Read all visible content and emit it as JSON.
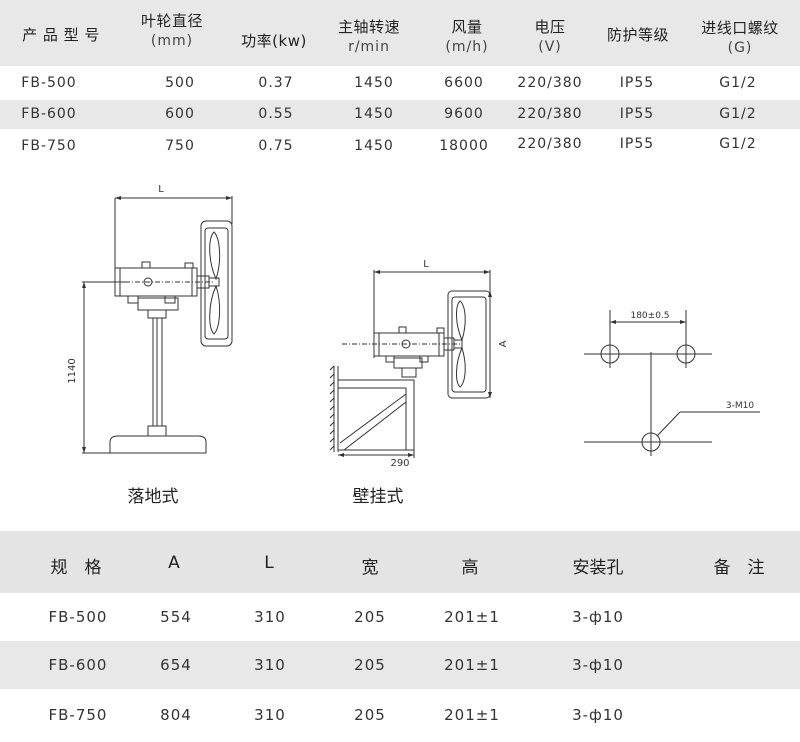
{
  "spec_table": {
    "headers": [
      {
        "main": "产 品 型 号",
        "sub": ""
      },
      {
        "main": "叶轮直径",
        "sub": "(mm)"
      },
      {
        "main": "功率(kw)",
        "sub": ""
      },
      {
        "main": "主轴转速",
        "sub": "r/min"
      },
      {
        "main": "风量",
        "sub": "(m/h)"
      },
      {
        "main": "电压",
        "sub": "(V)"
      },
      {
        "main": "防护等级",
        "sub": ""
      },
      {
        "main": "进线口螺纹",
        "sub": "(G)"
      }
    ],
    "rows": [
      [
        "FB-500",
        "500",
        "0.37",
        "1450",
        "6600",
        "220/380",
        "IP55",
        "G1/2"
      ],
      [
        "FB-600",
        "600",
        "0.55",
        "1450",
        "9600",
        "220/380",
        "IP55",
        "G1/2"
      ],
      [
        "FB-750",
        "750",
        "0.75",
        "1450",
        "18000",
        "220/380",
        "IP55",
        "G1/2"
      ]
    ]
  },
  "diagrams": {
    "floor": {
      "caption": "落地式",
      "dim_L": "L",
      "dim_height": "1140"
    },
    "wall": {
      "caption": "壁挂式",
      "dim_L": "L",
      "dim_A": "A",
      "dim_base": "290"
    },
    "holes": {
      "spacing": "180±0.5",
      "bolt": "3-M10"
    }
  },
  "size_table": {
    "headers": [
      "规　格",
      "A",
      "L",
      "宽",
      "高",
      "安装孔",
      "备　注"
    ],
    "rows": [
      [
        "FB-500",
        "554",
        "310",
        "205",
        "201±1",
        "3-ф10",
        ""
      ],
      [
        "FB-600",
        "654",
        "310",
        "205",
        "201±1",
        "3-ф10",
        ""
      ],
      [
        "FB-750",
        "804",
        "310",
        "205",
        "201±1",
        "3-ф10",
        ""
      ]
    ]
  },
  "colors": {
    "header_bg": "#e8e8e8",
    "stripe_bg": "#e8e8e8",
    "line": "#333333"
  }
}
